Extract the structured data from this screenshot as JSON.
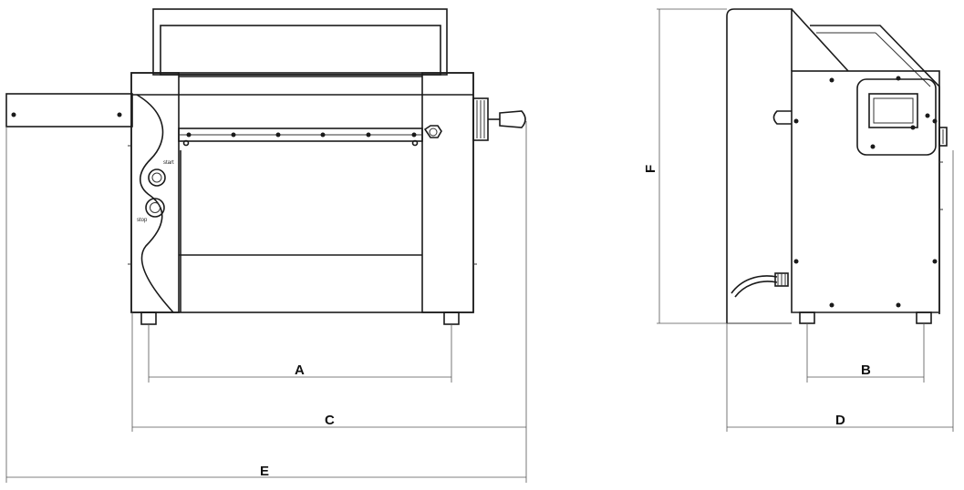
{
  "dimensions": {
    "A": "A",
    "B": "B",
    "C": "C",
    "D": "D",
    "E": "E",
    "F": "F"
  },
  "panel_labels": {
    "top_button": "start",
    "bottom_button": "stop"
  }
}
